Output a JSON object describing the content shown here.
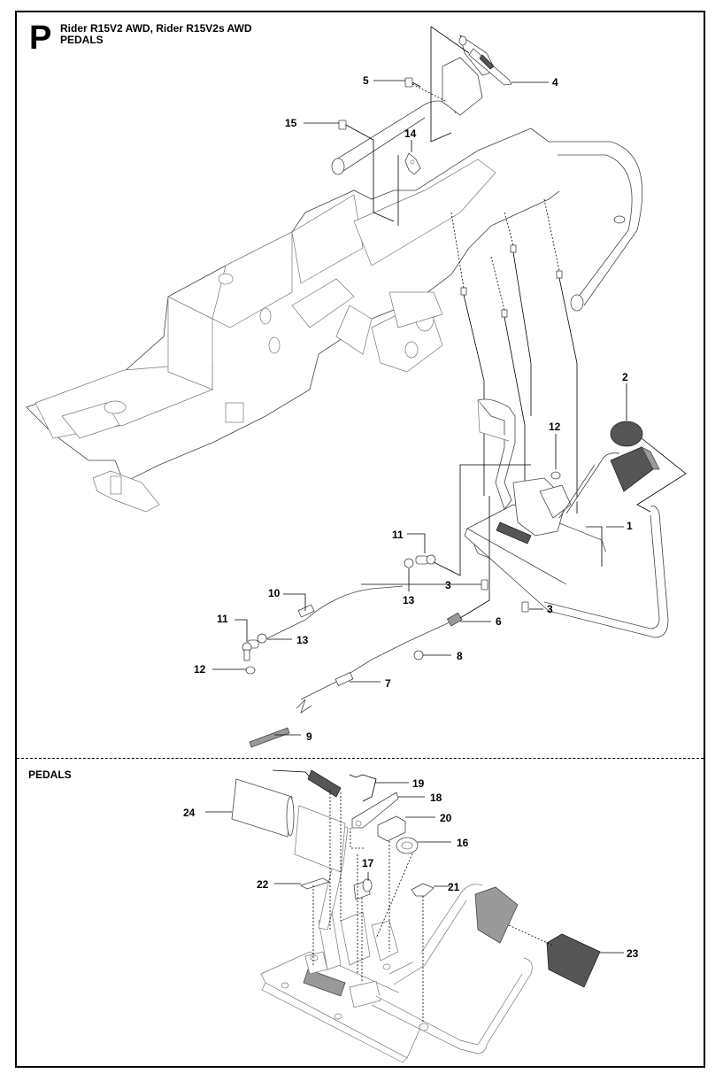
{
  "header": {
    "section_letter": "P",
    "model_title": "Rider R15V2 AWD, Rider R15V2s AWD",
    "page_subtitle": "PEDALS"
  },
  "subsection": {
    "title": "PEDALS"
  },
  "callouts_main": [
    {
      "id": "c1",
      "label": "1"
    },
    {
      "id": "c2",
      "label": "2"
    },
    {
      "id": "c3a",
      "label": "3"
    },
    {
      "id": "c3b",
      "label": "3"
    },
    {
      "id": "c4",
      "label": "4"
    },
    {
      "id": "c5",
      "label": "5"
    },
    {
      "id": "c6",
      "label": "6"
    },
    {
      "id": "c7",
      "label": "7"
    },
    {
      "id": "c8",
      "label": "8"
    },
    {
      "id": "c9",
      "label": "9"
    },
    {
      "id": "c10",
      "label": "10"
    },
    {
      "id": "c11a",
      "label": "11"
    },
    {
      "id": "c11b",
      "label": "11"
    },
    {
      "id": "c12a",
      "label": "12"
    },
    {
      "id": "c12b",
      "label": "12"
    },
    {
      "id": "c13a",
      "label": "13"
    },
    {
      "id": "c13b",
      "label": "13"
    },
    {
      "id": "c14",
      "label": "14"
    },
    {
      "id": "c15",
      "label": "15"
    }
  ],
  "callouts_detail": [
    {
      "id": "c16",
      "label": "16"
    },
    {
      "id": "c17",
      "label": "17"
    },
    {
      "id": "c18",
      "label": "18"
    },
    {
      "id": "c19",
      "label": "19"
    },
    {
      "id": "c20",
      "label": "20"
    },
    {
      "id": "c21",
      "label": "21"
    },
    {
      "id": "c22",
      "label": "22"
    },
    {
      "id": "c23",
      "label": "23"
    },
    {
      "id": "c24",
      "label": "24"
    }
  ]
}
